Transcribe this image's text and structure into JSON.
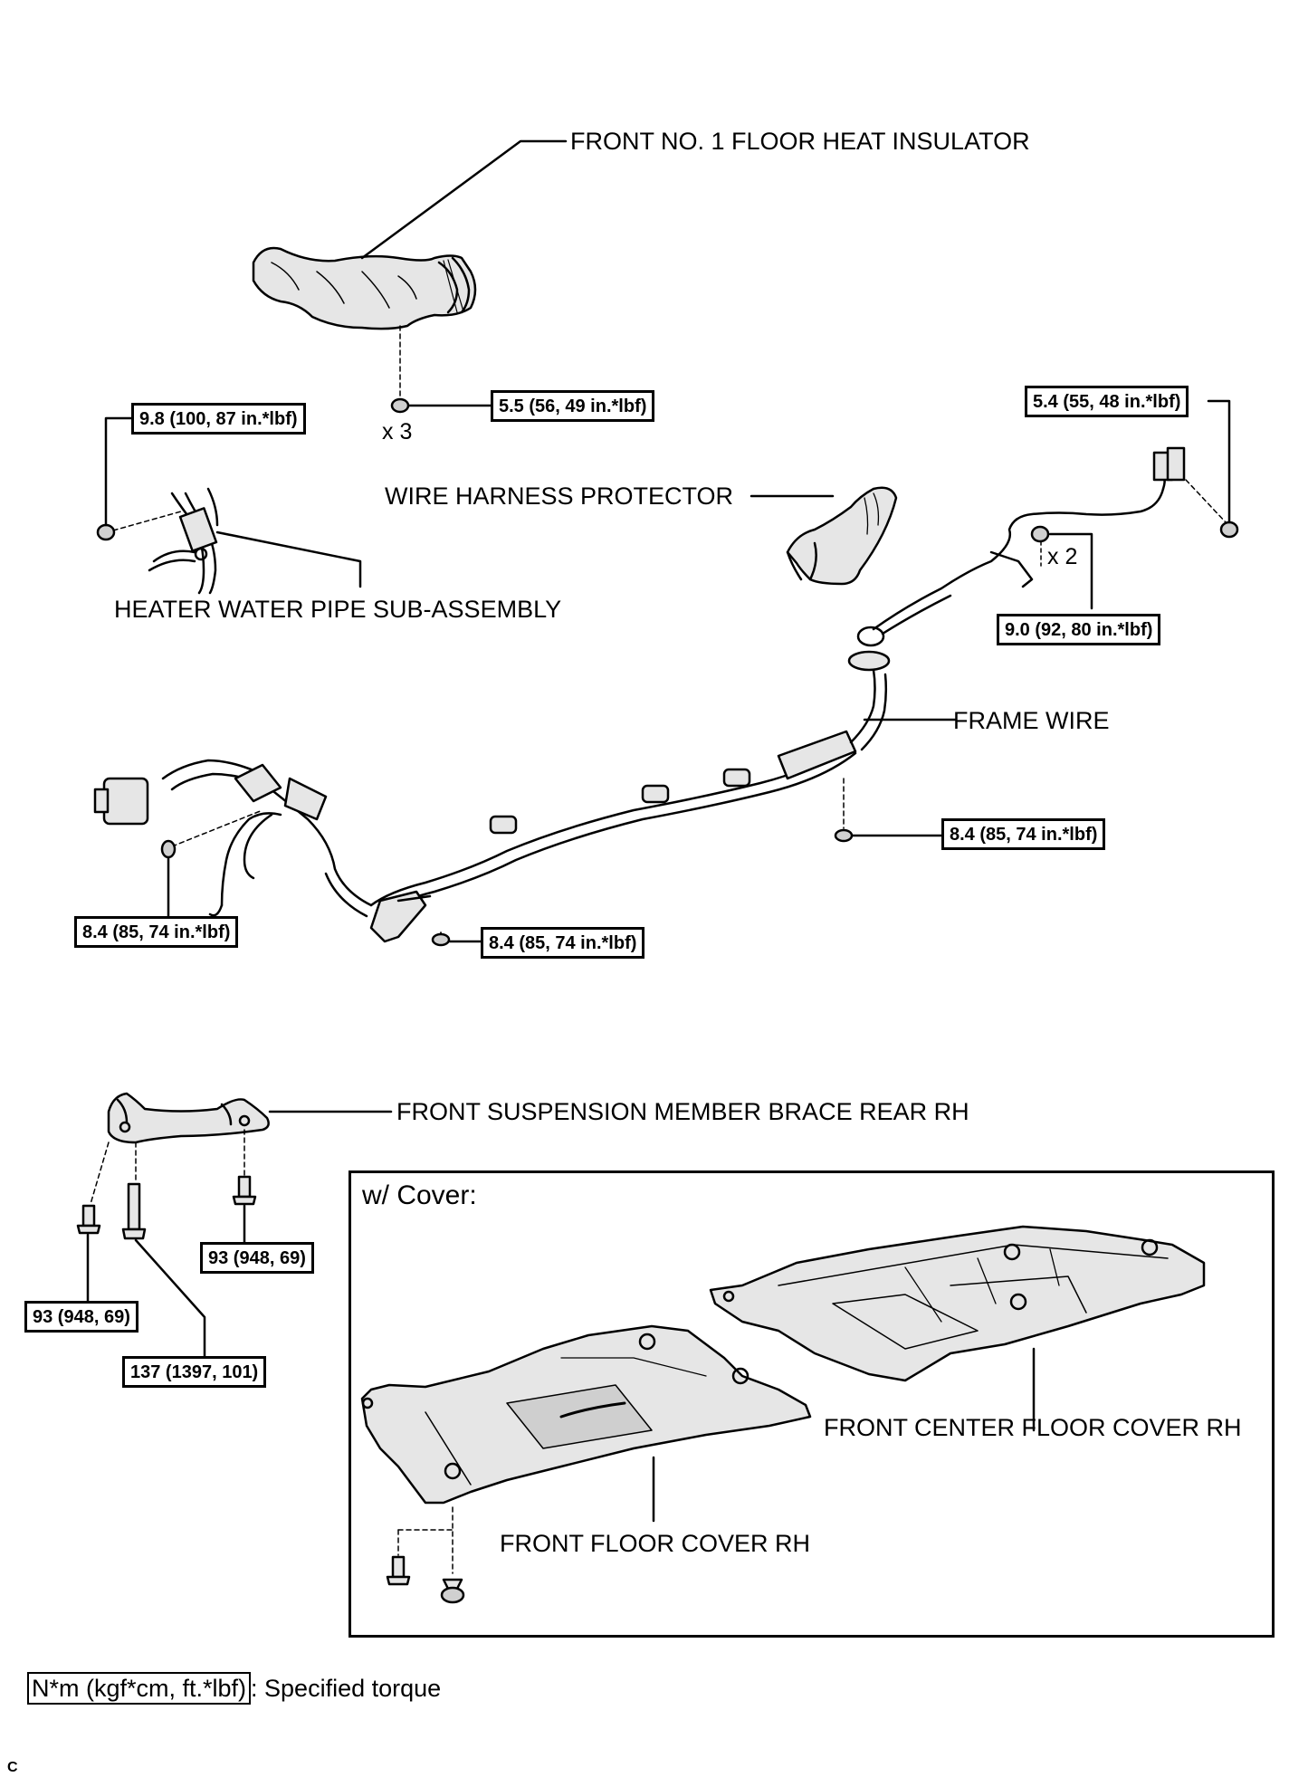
{
  "labels": {
    "front_no1_floor_heat_insulator": "FRONT NO. 1 FLOOR HEAT INSULATOR",
    "wire_harness_protector": "WIRE HARNESS PROTECTOR",
    "heater_water_pipe": "HEATER WATER PIPE SUB-ASSEMBLY",
    "frame_wire": "FRAME WIRE",
    "front_suspension_member_brace": "FRONT SUSPENSION MEMBER BRACE REAR RH",
    "front_center_floor_cover": "FRONT CENTER FLOOR COVER RH",
    "front_floor_cover": "FRONT FLOOR COVER RH"
  },
  "multipliers": {
    "insulator_nuts": "x 3",
    "frame_wire_clamps": "x 2"
  },
  "torques": {
    "insulator": "5.5 (56, 49 in.*lbf)",
    "heater_pipe": "9.8 (100, 87 in.*lbf)",
    "top_right": "5.4 (55, 48 in.*lbf)",
    "frame_clamp": "9.0 (92, 80 in.*lbf)",
    "frame_right": "8.4 (85, 74 in.*lbf)",
    "frame_left": "8.4 (85, 74 in.*lbf)",
    "frame_center": "8.4 (85, 74 in.*lbf)",
    "brace_right": "93 (948, 69)",
    "brace_left": "93 (948, 69)",
    "brace_center": "137 (1397, 101)"
  },
  "cover_section": {
    "title": "w/ Cover:"
  },
  "legend": {
    "unit": "N*m (kgf*cm, ft.*lbf)",
    "text": ": Specified torque"
  },
  "corner_mark": "C"
}
